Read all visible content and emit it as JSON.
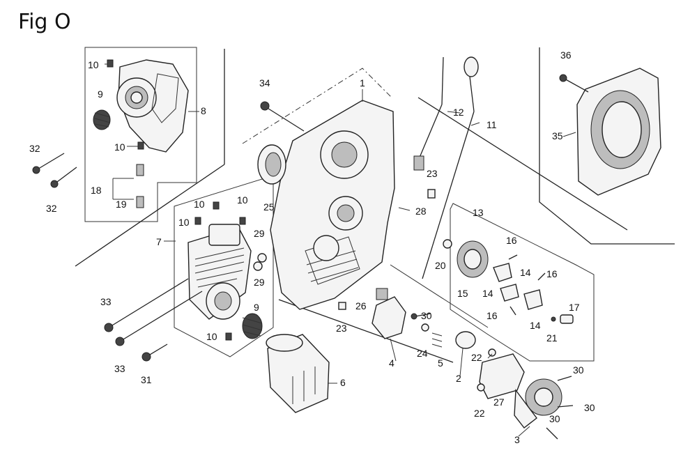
{
  "figure": {
    "title": "Fig O"
  },
  "callouts": [
    {
      "id": "c1",
      "text": "1"
    },
    {
      "id": "c2",
      "text": "2"
    },
    {
      "id": "c3",
      "text": "3"
    },
    {
      "id": "c4",
      "text": "4"
    },
    {
      "id": "c5",
      "text": "5"
    },
    {
      "id": "c6",
      "text": "6"
    },
    {
      "id": "c7",
      "text": "7"
    },
    {
      "id": "c8",
      "text": "8"
    },
    {
      "id": "c9a",
      "text": "9"
    },
    {
      "id": "c9b",
      "text": "9"
    },
    {
      "id": "c10a",
      "text": "10"
    },
    {
      "id": "c10b",
      "text": "10"
    },
    {
      "id": "c10c",
      "text": "10"
    },
    {
      "id": "c10d",
      "text": "10"
    },
    {
      "id": "c10e",
      "text": "10"
    },
    {
      "id": "c10f",
      "text": "10"
    },
    {
      "id": "c11",
      "text": "11"
    },
    {
      "id": "c12",
      "text": "12"
    },
    {
      "id": "c13",
      "text": "13"
    },
    {
      "id": "c14a",
      "text": "14"
    },
    {
      "id": "c14b",
      "text": "14"
    },
    {
      "id": "c14c",
      "text": "14"
    },
    {
      "id": "c15",
      "text": "15"
    },
    {
      "id": "c16a",
      "text": "16"
    },
    {
      "id": "c16b",
      "text": "16"
    },
    {
      "id": "c16c",
      "text": "16"
    },
    {
      "id": "c17",
      "text": "17"
    },
    {
      "id": "c18",
      "text": "18"
    },
    {
      "id": "c19",
      "text": "19"
    },
    {
      "id": "c20",
      "text": "20"
    },
    {
      "id": "c21",
      "text": "21"
    },
    {
      "id": "c22a",
      "text": "22"
    },
    {
      "id": "c22b",
      "text": "22"
    },
    {
      "id": "c23a",
      "text": "23"
    },
    {
      "id": "c23b",
      "text": "23"
    },
    {
      "id": "c24",
      "text": "24"
    },
    {
      "id": "c25",
      "text": "25"
    },
    {
      "id": "c26",
      "text": "26"
    },
    {
      "id": "c27",
      "text": "27"
    },
    {
      "id": "c28",
      "text": "28"
    },
    {
      "id": "c29a",
      "text": "29"
    },
    {
      "id": "c29b",
      "text": "29"
    },
    {
      "id": "c30a",
      "text": "30"
    },
    {
      "id": "c30b",
      "text": "30"
    },
    {
      "id": "c30c",
      "text": "30"
    },
    {
      "id": "c30d",
      "text": "30"
    },
    {
      "id": "c31",
      "text": "31"
    },
    {
      "id": "c32a",
      "text": "32"
    },
    {
      "id": "c32b",
      "text": "32"
    },
    {
      "id": "c33a",
      "text": "33"
    },
    {
      "id": "c33b",
      "text": "33"
    },
    {
      "id": "c34",
      "text": "34"
    },
    {
      "id": "c35",
      "text": "35"
    },
    {
      "id": "c36",
      "text": "36"
    }
  ]
}
